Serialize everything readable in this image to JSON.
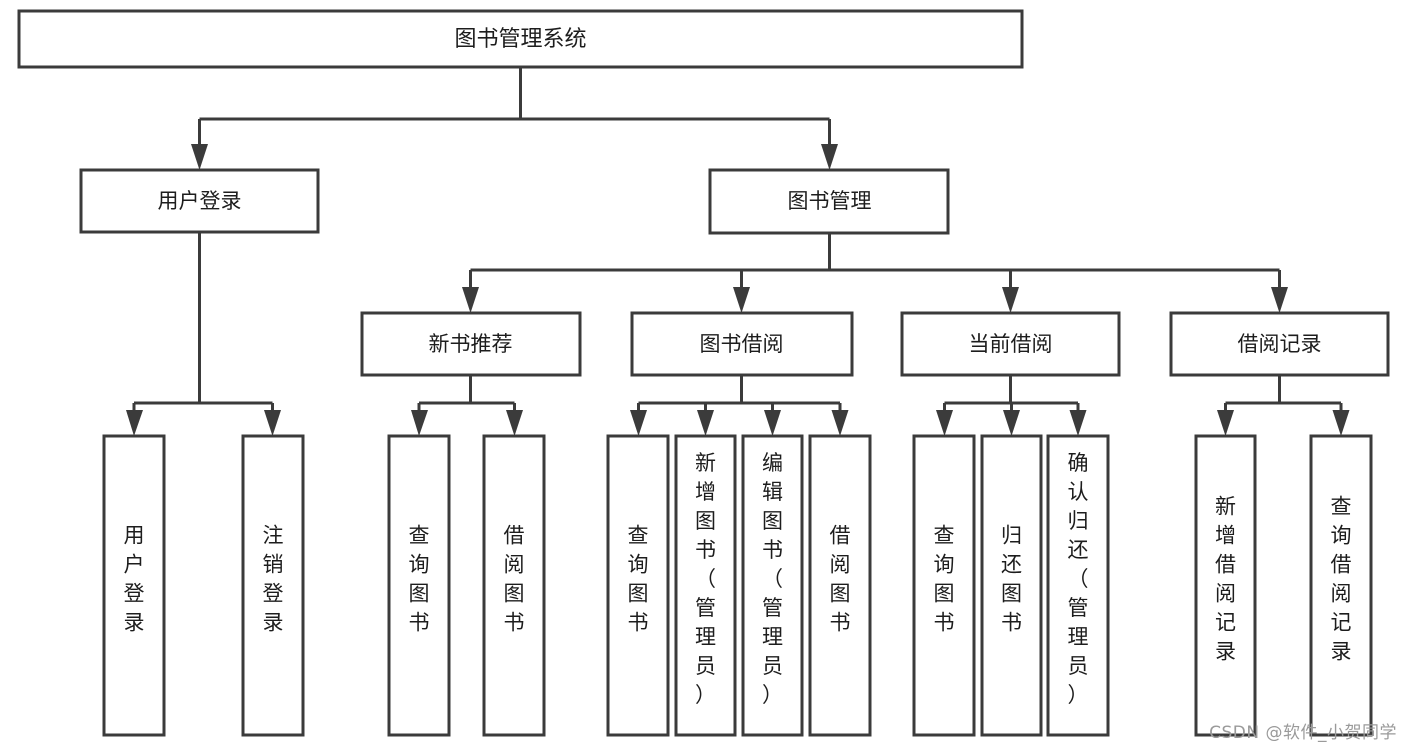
{
  "diagram": {
    "type": "tree-hierarchy",
    "title": "图书管理系统",
    "orientation": "top-down",
    "colors": {
      "background": "#ffffff",
      "stroke": "#3b3b3b",
      "box_fill": "#ffffff",
      "text": "#1d1d1d",
      "watermark": "#9a9a9a"
    },
    "levels": {
      "root": {
        "label": "图书管理系统"
      },
      "level2": [
        {
          "id": "user-login",
          "label": "用户登录"
        },
        {
          "id": "book-management",
          "label": "图书管理"
        }
      ],
      "level3": [
        {
          "id": "new-book-recommend",
          "label": "新书推荐",
          "parent": "book-management"
        },
        {
          "id": "book-borrow",
          "label": "图书借阅",
          "parent": "book-management"
        },
        {
          "id": "current-borrow",
          "label": "当前借阅",
          "parent": "book-management"
        },
        {
          "id": "borrow-record",
          "label": "借阅记录",
          "parent": "book-management"
        }
      ],
      "leaves": {
        "user-login": [
          {
            "id": "leaf-user-login",
            "label": "用户登录"
          },
          {
            "id": "leaf-logout-login",
            "label": "注销登录"
          }
        ],
        "new-book-recommend": [
          {
            "id": "leaf-query-book-1",
            "label": "查询图书"
          },
          {
            "id": "leaf-borrow-book-1",
            "label": "借阅图书"
          }
        ],
        "book-borrow": [
          {
            "id": "leaf-query-book-2",
            "label": "查询图书"
          },
          {
            "id": "leaf-add-book",
            "label": "新增图书（管理员）"
          },
          {
            "id": "leaf-edit-book",
            "label": "编辑图书（管理员）"
          },
          {
            "id": "leaf-borrow-book-2",
            "label": "借阅图书"
          }
        ],
        "current-borrow": [
          {
            "id": "leaf-query-book-3",
            "label": "查询图书"
          },
          {
            "id": "leaf-return-book",
            "label": "归还图书"
          },
          {
            "id": "leaf-confirm-return",
            "label": "确认归还（管理员）"
          }
        ],
        "borrow-record": [
          {
            "id": "leaf-add-record",
            "label": "新增借阅记录"
          },
          {
            "id": "leaf-query-record",
            "label": "查询借阅记录"
          }
        ]
      }
    }
  },
  "watermark": {
    "text": "CSDN @软件_小贺同学"
  }
}
